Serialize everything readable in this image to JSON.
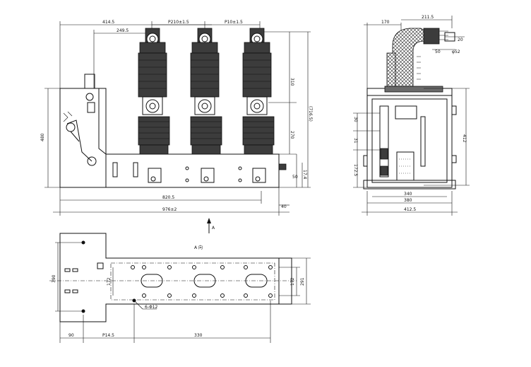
{
  "front_view": {
    "dim_top_1": "414.5",
    "dim_top_2": "249.5",
    "dim_top_3": "P210±1.5",
    "dim_top_4": "P10±1.5",
    "dim_right_1": "310",
    "dim_right_2": "(716.5)",
    "dim_right_3": "270",
    "dim_right_4": "50",
    "dim_right_5": "17.4",
    "dim_left": "480",
    "dim_bottom_1": "820.5",
    "dim_bottom_2": "976±2",
    "dim_bottom_3": "40",
    "arrow_label": "A"
  },
  "side_view": {
    "dim_top_1": "170",
    "dim_top_2": "211.5",
    "dim_top_3": "50",
    "dim_top_4": "20",
    "dim_top_5": "φ52",
    "dim_left_1": "30",
    "dim_left_2": "31",
    "dim_left_3": "172.5",
    "dim_right": "412",
    "dim_bottom_1": "340",
    "dim_bottom_2": "380",
    "dim_bottom_3": "412.5"
  },
  "bottom_view": {
    "title": "A 向",
    "dim_left": "390",
    "dim_inner": "172",
    "dim_right_1": "172",
    "dim_right_2": "291",
    "hole_note": "6-Φ12",
    "dim_bottom_1": "90",
    "dim_bottom_2": "P14.5",
    "dim_bottom_3": "330"
  }
}
